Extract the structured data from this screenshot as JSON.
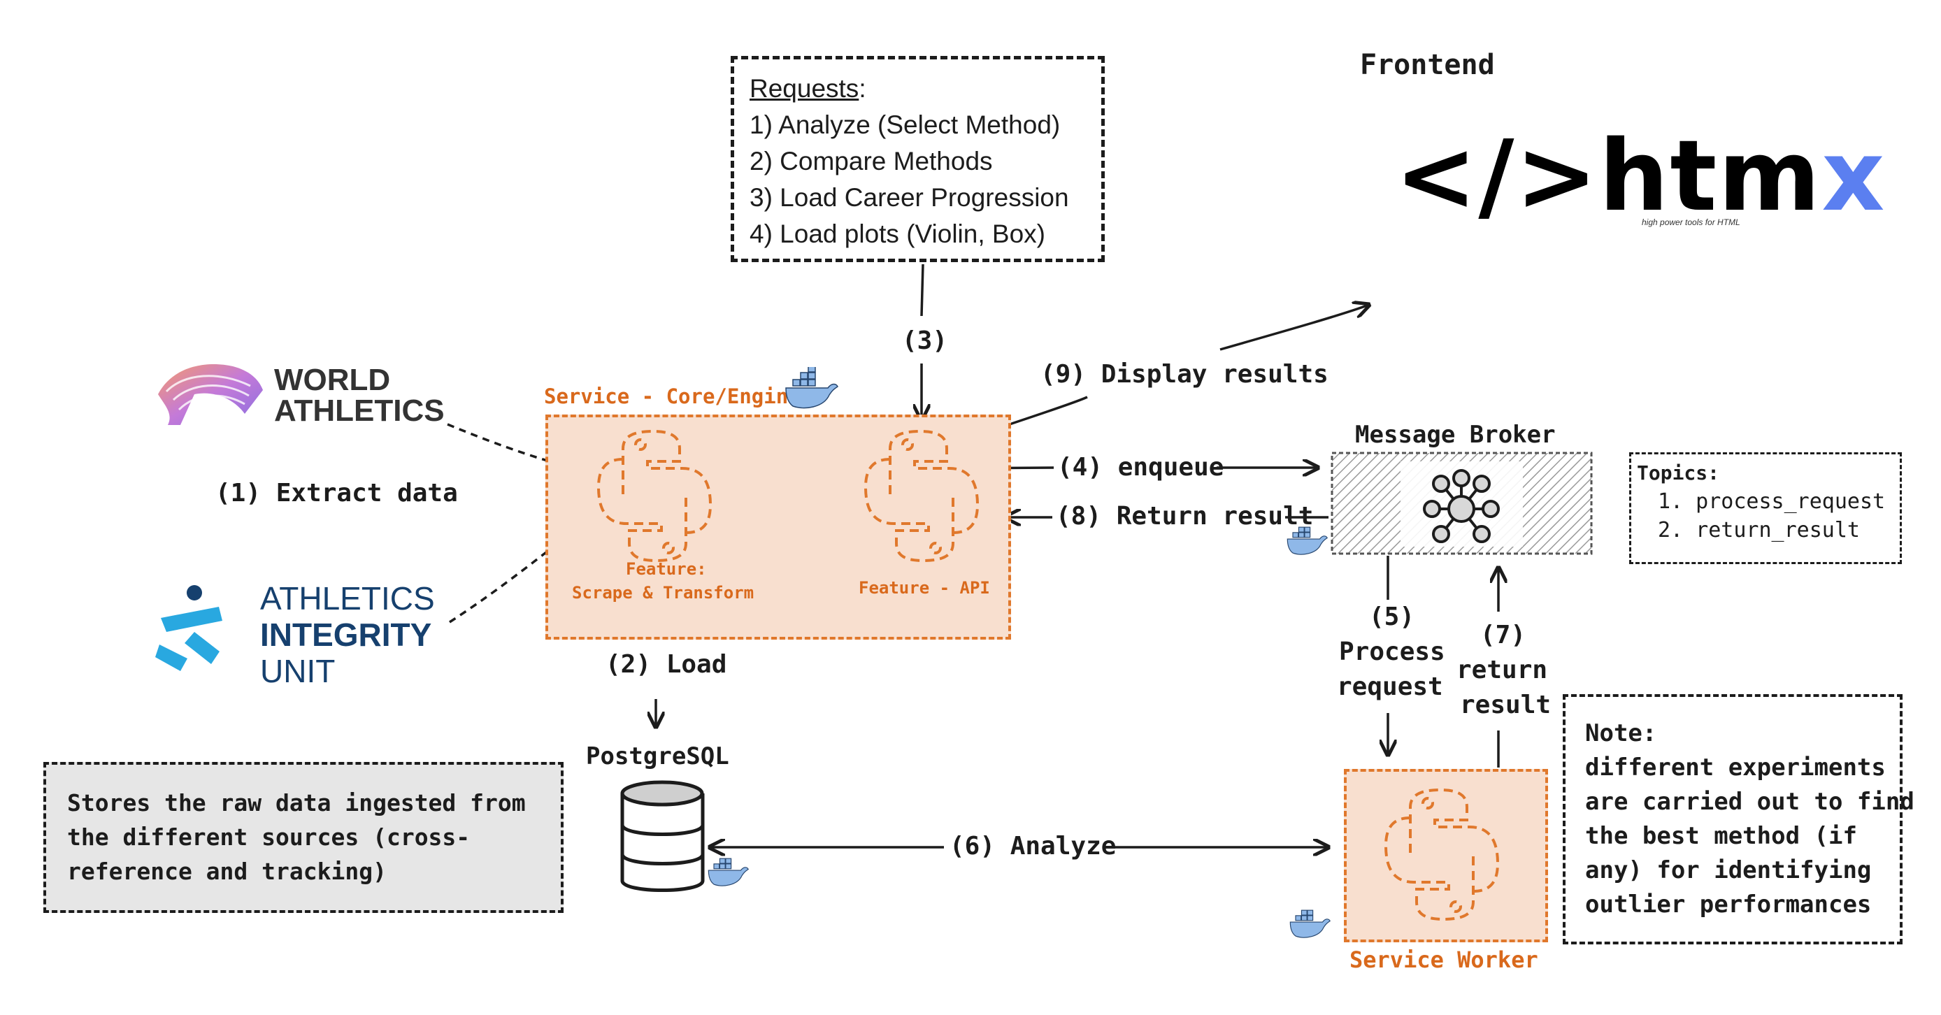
{
  "frontend": {
    "title": "Frontend",
    "logo_text": "</>htm",
    "logo_x": "x",
    "tagline": "high power tools for HTML"
  },
  "requests": {
    "heading": "Requests",
    "heading_suffix": ":",
    "items": [
      "1) Analyze (Select Method)",
      "2) Compare Methods",
      "3) Load Career Progression",
      "4) Load plots (Violin, Box)"
    ]
  },
  "sources": {
    "world_athletics_line1": "WORLD",
    "world_athletics_line2": "ATHLETICS",
    "aiu_line1": "ATHLETICS",
    "aiu_line2": "INTEGRITY",
    "aiu_line3": "UNIT",
    "extract_label": "(1) Extract data"
  },
  "core": {
    "title": "Service - Core/Engine",
    "feature_scrape_line1": "Feature:",
    "feature_scrape_line2": "Scrape & Transform",
    "feature_api": "Feature - API"
  },
  "flows": {
    "step2": "(2) Load",
    "step3": "(3)",
    "step4": "(4) enqueue",
    "step5_line1": "(5)",
    "step5_line2": "Process",
    "step5_line3": "request",
    "step6": "(6) Analyze",
    "step7_line1": "(7)",
    "step7_line2": "return",
    "step7_line3": "result",
    "step8": "(8) Return result",
    "step9": "(9) Display results"
  },
  "broker": {
    "title": "Message Broker",
    "topics_title": "Topics:",
    "topics": [
      "1. process_request",
      "2. return_result"
    ]
  },
  "database": {
    "title": "PostgreSQL",
    "note": [
      "Stores the raw data ingested from",
      "the different sources (cross-",
      "reference and tracking)"
    ]
  },
  "worker": {
    "title": "Service Worker"
  },
  "note": {
    "title": "Note:",
    "lines": [
      "different experiments",
      "are carried out to find",
      "the best method (if",
      "any) for identifying",
      "outlier performances"
    ]
  },
  "colors": {
    "accent_orange": "#e0782c",
    "service_fill": "#f8dfcf",
    "htmx_blue": "#5b7ff0",
    "aiu_blue": "#29a8e0",
    "aiu_navy": "#16406e"
  }
}
